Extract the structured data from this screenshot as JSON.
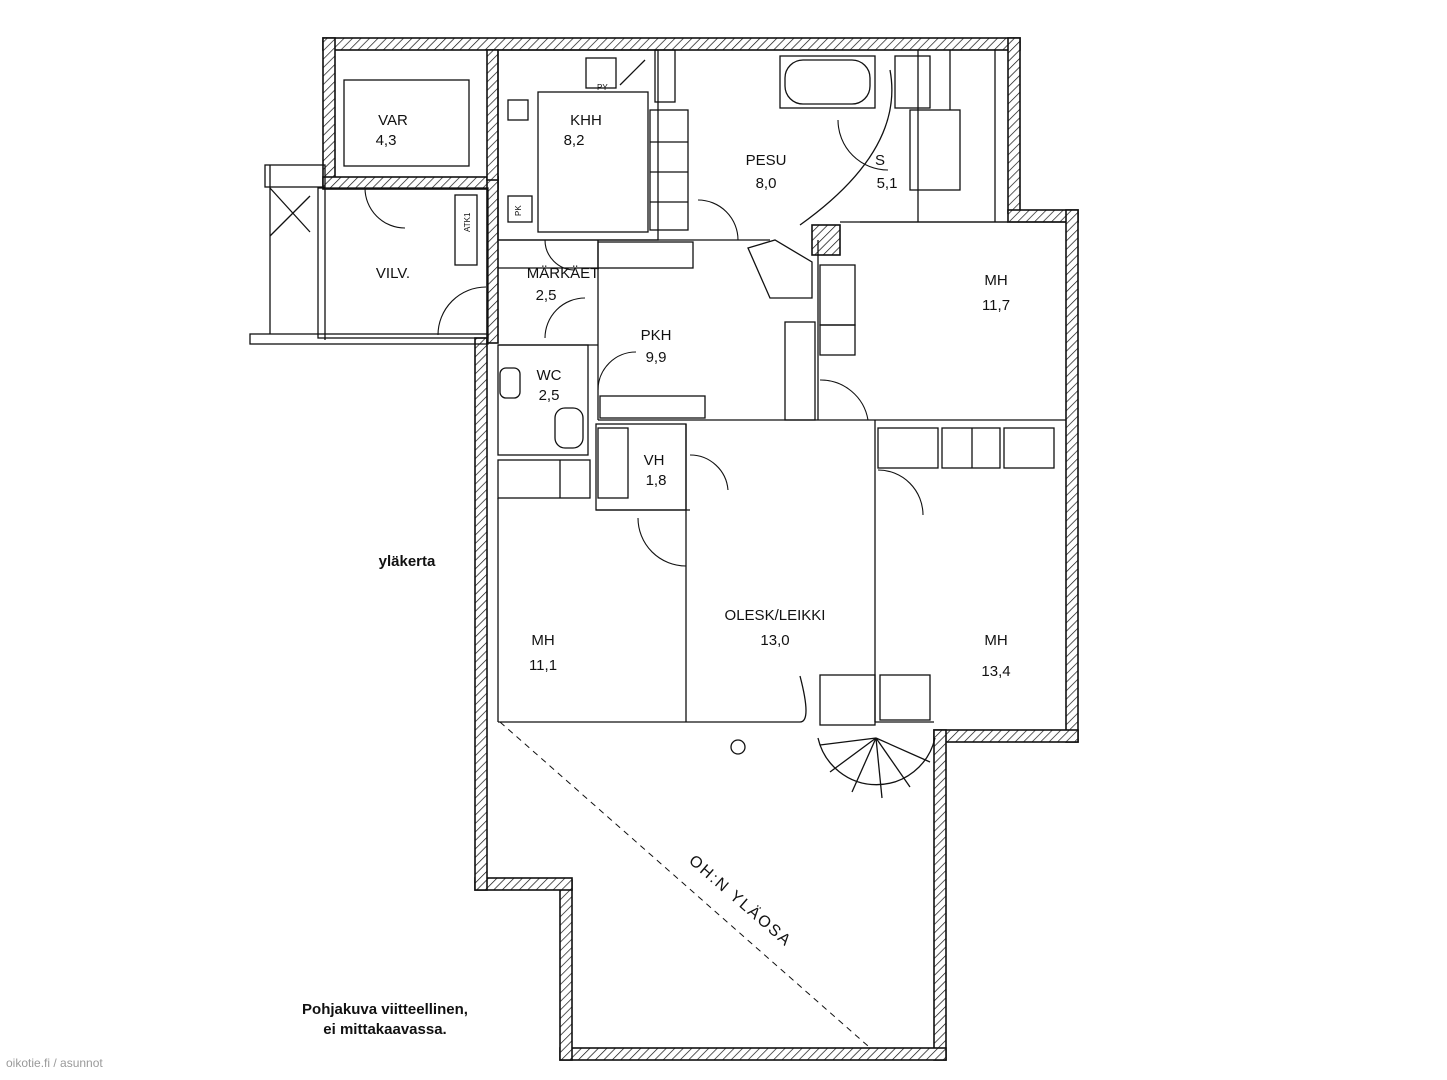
{
  "floor_label": "yläkerta",
  "disclaimer": {
    "line1": "Pohjakuva viitteellinen,",
    "line2": "ei mittakaavassa."
  },
  "watermark": "oikotie.fi / asunnot",
  "rooms": {
    "var": {
      "label": "VAR",
      "area": "4,3"
    },
    "khh": {
      "label": "KHH",
      "area": "8,2"
    },
    "pesu": {
      "label": "PESU",
      "area": "8,0"
    },
    "s": {
      "label": "S",
      "area": "5,1"
    },
    "vilv": {
      "label": "VILV."
    },
    "markaet": {
      "label": "MÄRKÄET",
      "area": "2,5"
    },
    "pkh": {
      "label": "PKH",
      "area": "9,9"
    },
    "mh1": {
      "label": "MH",
      "area": "11,7"
    },
    "wc": {
      "label": "WC",
      "area": "2,5"
    },
    "vh": {
      "label": "VH",
      "area": "1,8"
    },
    "mh2": {
      "label": "MH",
      "area": "11,1"
    },
    "olesk": {
      "label": "OLESK/LEIKKI",
      "area": "13,0"
    },
    "mh3": {
      "label": "MH",
      "area": "13,4"
    }
  },
  "annotations": {
    "upper_void": "OH:N YLÄOSA",
    "py": "PY",
    "ptk": "PK",
    "atk": "ATK1"
  },
  "colors": {
    "line": "#111111",
    "background": "#ffffff",
    "watermark": "#9a9a9a"
  }
}
